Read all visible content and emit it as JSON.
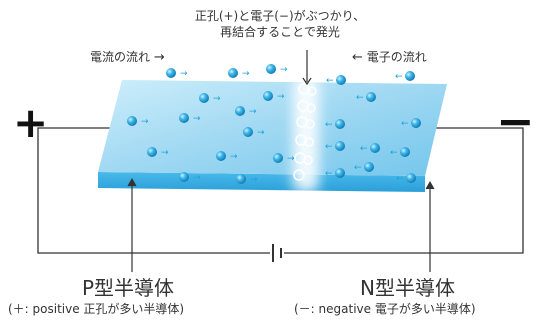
{
  "annotation": {
    "line1": "正孔(+)と電子(−)がぶつかり、",
    "line2": "再結合することで発光"
  },
  "current_flow": {
    "label": "電流の流れ",
    "arrow": "→"
  },
  "electron_flow": {
    "arrow": "←",
    "label": "電子の流れ"
  },
  "terminals": {
    "positive": "+",
    "negative": "−"
  },
  "p_type": {
    "name": "P型半導体",
    "desc": "(＋: positive 正孔が多い半導体)"
  },
  "n_type": {
    "name": "N型半導体",
    "desc": "(－: negative 電子が多い半導体)"
  },
  "colors": {
    "slab_top": "#9fd8f2",
    "slab_front": "#3ab1e6",
    "particle": "#1fa2dc",
    "wire": "#333333",
    "glow": "#ffffff"
  }
}
